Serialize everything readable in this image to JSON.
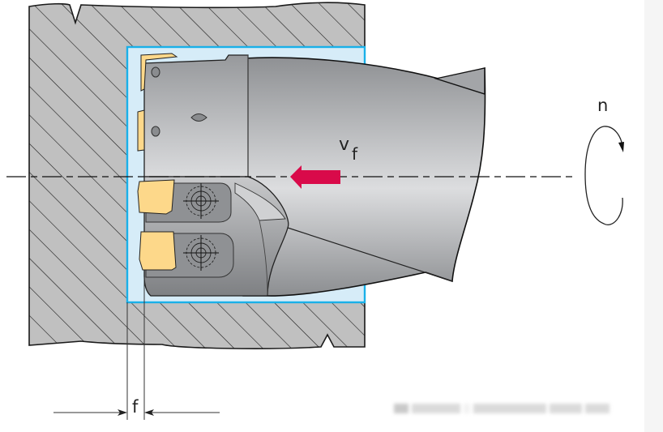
{
  "diagram": {
    "title": "Face milling / plunge cutting schematic of a cutter in a workpiece pocket",
    "labels": {
      "feed_velocity_main": "v",
      "feed_velocity_sub": "f",
      "rotation": "n",
      "feed_per_rev": "f"
    },
    "components": [
      "workpiece (hatched section)",
      "machined pocket (light blue)",
      "milling cutter body",
      "indexable inserts (x3 visible)",
      "insert clamping screws (x2)",
      "centerline (dash-dot axis)",
      "feed direction arrow",
      "rotation arrow",
      "feed dimension f"
    ],
    "colors": {
      "workpiece_fill": "#c0c0c0",
      "hatch_line": "#1a1a1a",
      "pocket_fill": "#d6ecf8",
      "pocket_outline": "#1ab0e8",
      "tool_dark": "#8e9093",
      "tool_light": "#dfe0e2",
      "insert_fill": "#fdd88a",
      "feed_arrow": "#d90a4a",
      "side_panel": "#f5f5f5"
    },
    "watermark": "blurred source caption"
  }
}
